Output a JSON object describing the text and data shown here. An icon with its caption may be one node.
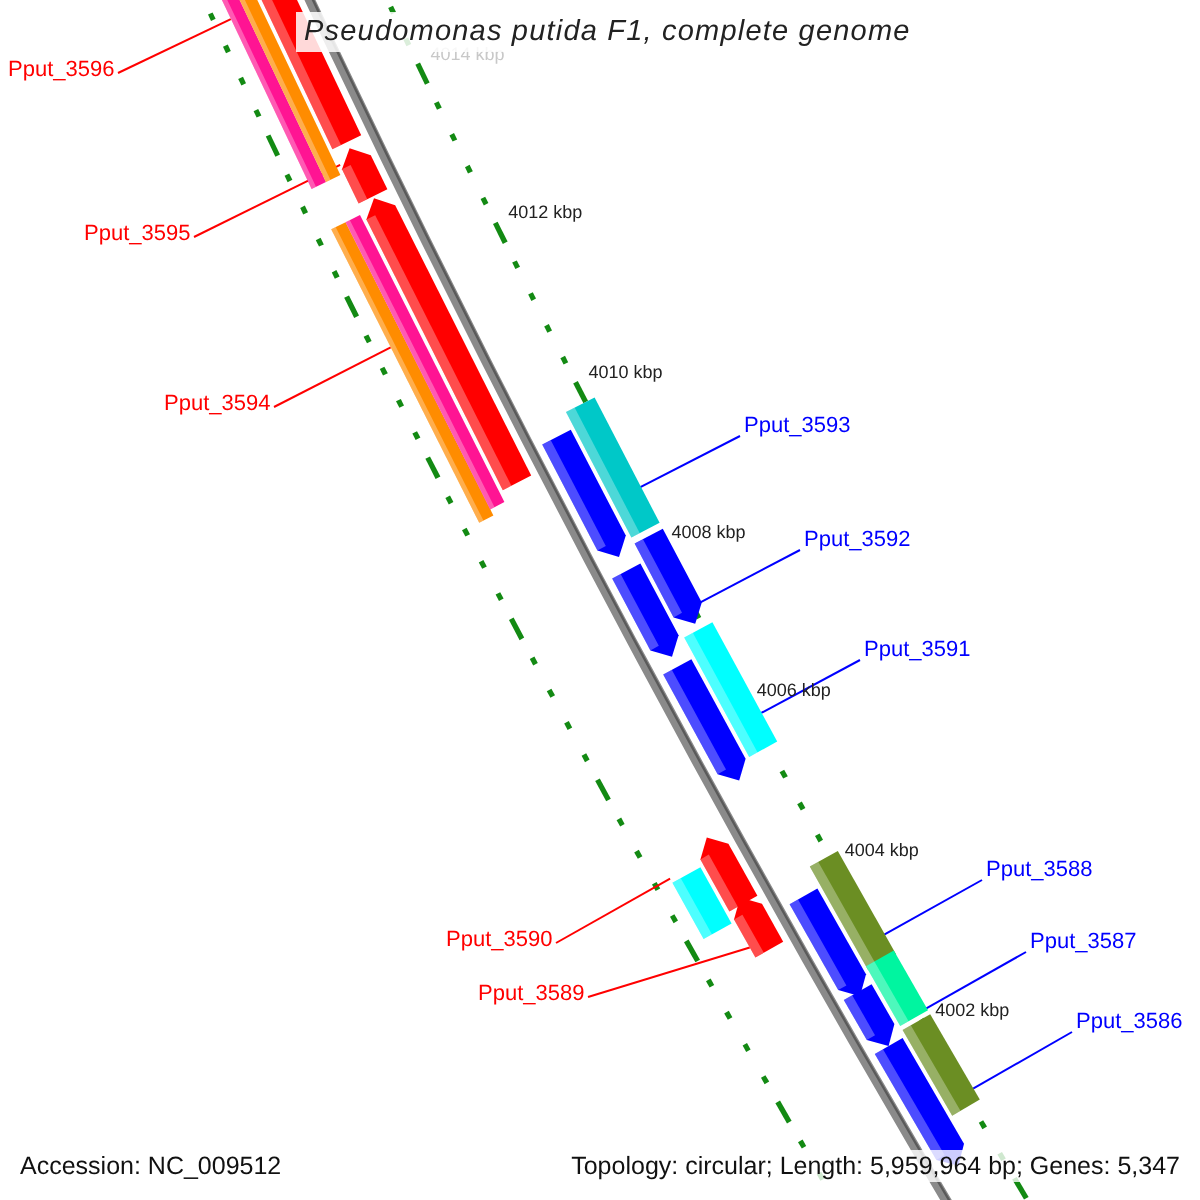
{
  "diagram": {
    "title": "Pseudomonas putida F1, complete genome",
    "nodes": [
      {
        "text": [
          "Pput_3596"
        ]
      },
      {
        "text": [],
        "shape": "bar"
      },
      {
        "text": [
          "Pput_3595"
        ]
      },
      {
        "text": [],
        "shape": "bar"
      },
      {
        "text": [
          "Pput_3594"
        ]
      },
      {
        "text": [],
        "shape": "bar"
      },
      {
        "text": [
          "Pput_3593"
        ]
      },
      {
        "text": [],
        "shape": "bar"
      },
      {
        "text": [
          "Pput_3592"
        ]
      },
      {
        "text": [],
        "shape": "bar"
      },
      {
        "text": [
          "Pput_3591"
        ]
      },
      {
        "text": [],
        "shape": "bar"
      },
      {
        "text": [
          "Pput_3590"
        ]
      },
      {
        "text": [],
        "shape": "bar"
      },
      {
        "text": [
          "Pput_3589"
        ]
      },
      {
        "text": [],
        "shape": "bar"
      },
      {
        "text": [
          "Pput_3588"
        ]
      },
      {
        "text": [],
        "shape": "bar"
      },
      {
        "text": [
          "Pput_3587"
        ]
      },
      {
        "text": [],
        "shape": "bar"
      },
      {
        "text": [
          "Pput_3586"
        ]
      },
      {
        "text": [],
        "shape": "bar"
      }
    ],
    "edges": [
      {
        "from": 0,
        "to": 1,
        "arrow": "none",
        "color": "#ff0000"
      },
      {
        "from": 2,
        "to": 3,
        "arrow": "none",
        "color": "#ff0000"
      },
      {
        "from": 4,
        "to": 5,
        "arrow": "none",
        "color": "#ff0000"
      },
      {
        "from": 6,
        "to": 7,
        "arrow": "none",
        "color": "#0000ff"
      },
      {
        "from": 8,
        "to": 9,
        "arrow": "none",
        "color": "#0000ff"
      },
      {
        "from": 10,
        "to": 11,
        "arrow": "none",
        "color": "#0000ff"
      },
      {
        "from": 12,
        "to": 13,
        "arrow": "none",
        "color": "#ff0000"
      },
      {
        "from": 14,
        "to": 15,
        "arrow": "none",
        "color": "#ff0000"
      },
      {
        "from": 16,
        "to": 17,
        "arrow": "none",
        "color": "#0000ff"
      },
      {
        "from": 18,
        "to": 19,
        "arrow": "none",
        "color": "#0000ff"
      },
      {
        "from": 20,
        "to": 21,
        "arrow": "none",
        "color": "#0000ff"
      }
    ],
    "labels": [
      "4014 kbp",
      "4012 kbp",
      "4010 kbp",
      "4008 kbp",
      "4006 kbp",
      "4004 kbp",
      "4002 kbp",
      "Accession: NC_009512",
      "Topology: circular; Length: 5,959,964 bp; Genes: 5,347"
    ]
  }
}
